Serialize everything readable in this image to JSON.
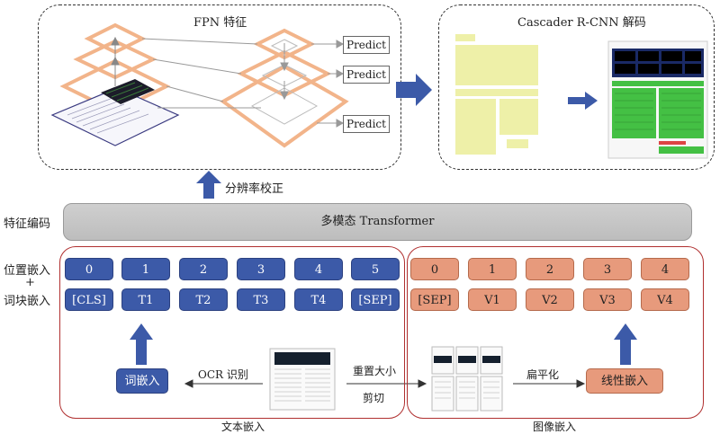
{
  "top": {
    "fpn_title": "FPN 特征",
    "cascade_title": "Cascader R-CNN 解码",
    "predict_labels": [
      "Predict",
      "Predict",
      "Predict"
    ],
    "correction_label": "分辨率校正"
  },
  "encoder": {
    "feature_label": "特征编码",
    "transformer_label": "多模态 Transformer"
  },
  "side_labels": {
    "position": "位置嵌入",
    "plus": "+",
    "token": "词块嵌入"
  },
  "text_embedding": {
    "positions": [
      "0",
      "1",
      "2",
      "3",
      "4",
      "5"
    ],
    "tokens": [
      "[CLS]",
      "T1",
      "T2",
      "T3",
      "T4",
      "[SEP]"
    ],
    "word_embed_label": "词嵌入",
    "ocr_label": "OCR 识别",
    "resize_label": "重置大小",
    "crop_label": "剪切",
    "caption": "文本嵌入"
  },
  "image_embedding": {
    "positions": [
      "0",
      "1",
      "2",
      "3",
      "4"
    ],
    "tokens": [
      "[SEP]",
      "V1",
      "V2",
      "V3",
      "V4"
    ],
    "flatten_label": "扁平化",
    "linear_embed_label": "线性嵌入",
    "caption": "图像嵌入"
  },
  "colors": {
    "blue_token": "#3c5aa8",
    "orange_token": "#e79a7c",
    "frame_red": "#b03030",
    "fpn_orange": "#f2b48a",
    "layout_yellow": "#eef0a8",
    "layout_green": "#44c044"
  }
}
